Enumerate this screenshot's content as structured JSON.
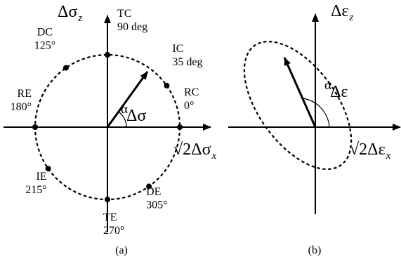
{
  "panel_a": {
    "caption": "(a)",
    "axis_z": {
      "prefix": "Δσ",
      "sub": "z"
    },
    "axis_x": {
      "prefix": "√2Δσ",
      "sub": "x"
    },
    "angle": {
      "alpha": "α",
      "sub": "Δσ"
    },
    "points": [
      {
        "code": "TC",
        "angle_text": "90 deg",
        "deg": 90
      },
      {
        "code": "IC",
        "angle_text": "35 deg",
        "deg": 35
      },
      {
        "code": "DC",
        "angle_text": "125°",
        "deg": 125
      },
      {
        "code": "RC",
        "angle_text": "0°",
        "deg": 0
      },
      {
        "code": "RE",
        "angle_text": "180°",
        "deg": 180
      },
      {
        "code": "IE",
        "angle_text": "215°",
        "deg": 215
      },
      {
        "code": "TE",
        "angle_text": "270°",
        "deg": 270
      },
      {
        "code": "DE",
        "angle_text": "305°",
        "deg": 305
      }
    ]
  },
  "panel_b": {
    "caption": "(b)",
    "axis_z": {
      "prefix": "Δε",
      "sub": "z"
    },
    "axis_x": {
      "prefix": "√2Δε",
      "sub": "x"
    },
    "angle": {
      "alpha": "α",
      "sub": "Δε"
    }
  }
}
